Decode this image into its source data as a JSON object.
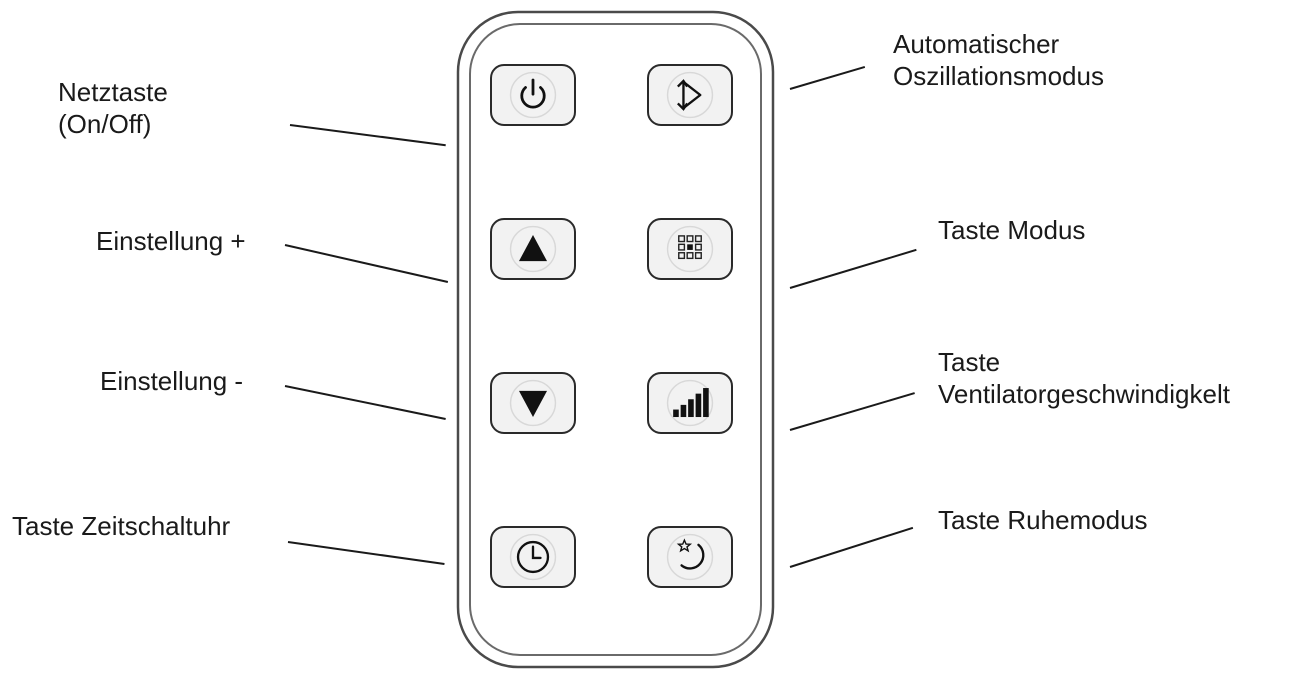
{
  "labels": {
    "power_line1": "Netztaste",
    "power_line2": "(On/Off)",
    "oscillation_line1": "Automatischer",
    "oscillation_line2": "Oszillationsmodus",
    "setting_plus": "Einstellung +",
    "mode": "Taste Modus",
    "setting_minus": "Einstellung -",
    "fan_line1": "Taste",
    "fan_line2": "Ventilatorgeschwindigkelt",
    "timer": "Taste Zeitschaltuhr",
    "sleep": "Taste Ruhemodus"
  },
  "buttons": [
    {
      "key": "power",
      "icon": "power-icon"
    },
    {
      "key": "oscillation",
      "icon": "oscillation-icon"
    },
    {
      "key": "up",
      "icon": "triangle-up-icon"
    },
    {
      "key": "mode",
      "icon": "grid-icon"
    },
    {
      "key": "down",
      "icon": "triangle-down-icon"
    },
    {
      "key": "fan-speed",
      "icon": "signal-bars-icon"
    },
    {
      "key": "timer",
      "icon": "clock-icon"
    },
    {
      "key": "sleep",
      "icon": "moon-star-icon"
    }
  ],
  "colors": {
    "ink": "#1a1a1a",
    "remote_outline": "#4a4a4a",
    "button_fill": "#f2f2f2"
  }
}
